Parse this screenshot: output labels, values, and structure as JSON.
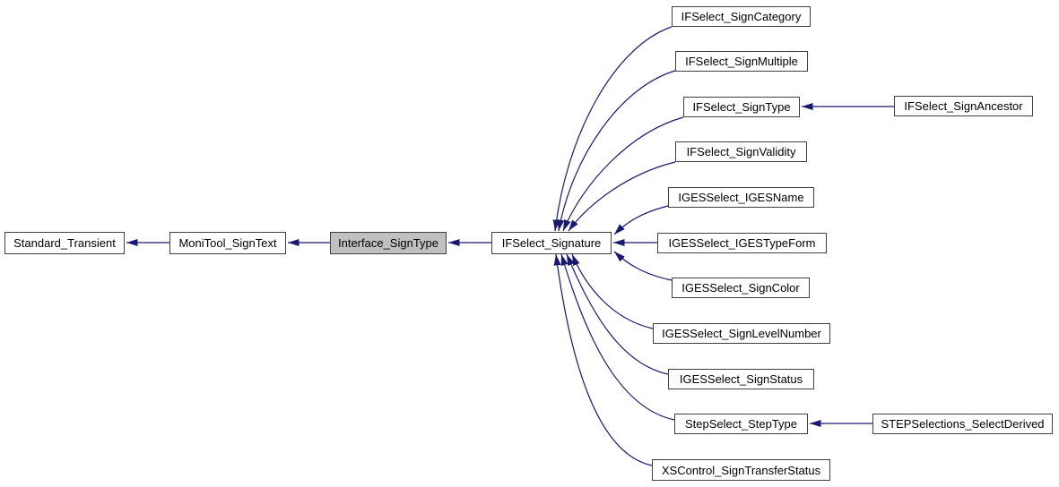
{
  "diagram": {
    "type": "class-inheritance-graph",
    "colors": {
      "edge": "#191970",
      "node_background": "#ffffff",
      "node_border": "#404040",
      "highlight_background": "#c0c0c0",
      "text": "#000000",
      "background": "#ffffff"
    },
    "nodes": {
      "standard_transient": {
        "label": "Standard_Transient",
        "highlighted": false
      },
      "monitool_signtext": {
        "label": "MoniTool_SignText",
        "highlighted": false
      },
      "interface_signtype": {
        "label": "Interface_SignType",
        "highlighted": true
      },
      "ifselect_signature": {
        "label": "IFSelect_Signature",
        "highlighted": false
      },
      "ifselect_signcategory": {
        "label": "IFSelect_SignCategory",
        "highlighted": false
      },
      "ifselect_signmultiple": {
        "label": "IFSelect_SignMultiple",
        "highlighted": false
      },
      "ifselect_signtype": {
        "label": "IFSelect_SignType",
        "highlighted": false
      },
      "ifselect_signancestor": {
        "label": "IFSelect_SignAncestor",
        "highlighted": false
      },
      "ifselect_signvalidity": {
        "label": "IFSelect_SignValidity",
        "highlighted": false
      },
      "igesselect_igesname": {
        "label": "IGESSelect_IGESName",
        "highlighted": false
      },
      "igesselect_igestypeform": {
        "label": "IGESSelect_IGESTypeForm",
        "highlighted": false
      },
      "igesselect_signcolor": {
        "label": "IGESSelect_SignColor",
        "highlighted": false
      },
      "igesselect_signlevelnumber": {
        "label": "IGESSelect_SignLevelNumber",
        "highlighted": false
      },
      "igesselect_signstatus": {
        "label": "IGESSelect_SignStatus",
        "highlighted": false
      },
      "stepselect_steptype": {
        "label": "StepSelect_StepType",
        "highlighted": false
      },
      "stepselections_selectderived": {
        "label": "STEPSelections_SelectDerived",
        "highlighted": false
      },
      "xscontrol_signtransferstatus": {
        "label": "XSControl_SignTransferStatus",
        "highlighted": false
      }
    }
  }
}
